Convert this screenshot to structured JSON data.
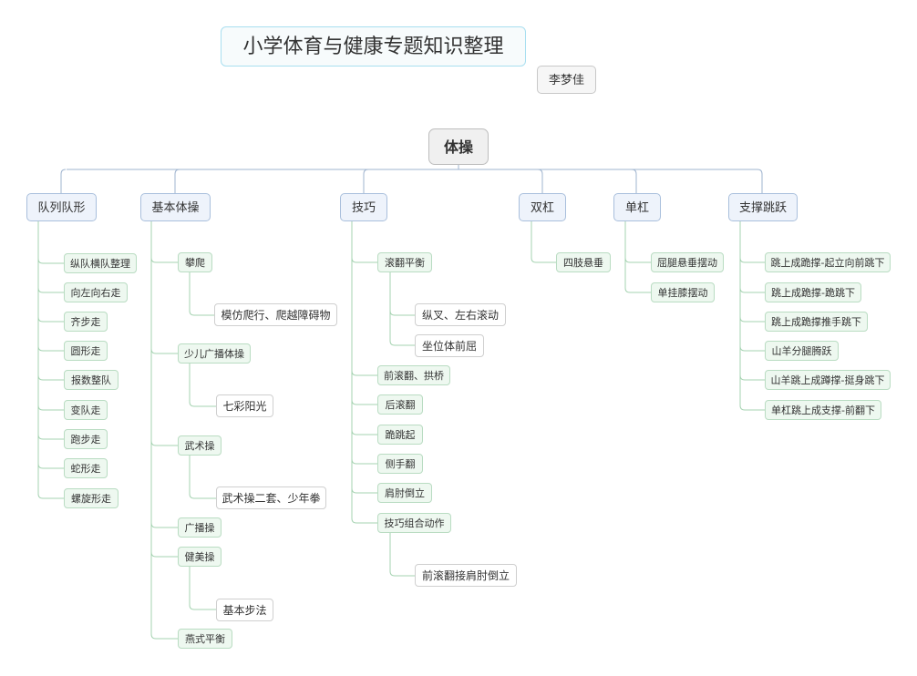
{
  "title": "小学体育与健康专题知识整理",
  "author": "李梦佳",
  "root": "体操",
  "branches": [
    {
      "label": "队列队形",
      "items": [
        "纵队横队整理",
        "向左向右走",
        "齐步走",
        "圆形走",
        "报数整队",
        "变队走",
        "跑步走",
        "蛇形走",
        "螺旋形走"
      ]
    },
    {
      "label": "基本体操",
      "items": [
        {
          "label": "攀爬",
          "sub": [
            "模仿爬行、爬越障碍物"
          ]
        },
        {
          "label": "少儿广播体操",
          "sub": [
            "七彩阳光"
          ]
        },
        {
          "label": "武术操",
          "sub": [
            "武术操二套、少年拳"
          ]
        },
        {
          "label": "广播操"
        },
        {
          "label": "健美操",
          "sub": [
            "基本步法"
          ]
        },
        {
          "label": "燕式平衡"
        }
      ]
    },
    {
      "label": "技巧",
      "items": [
        {
          "label": "滚翻平衡",
          "sub": [
            "纵叉、左右滚动",
            "坐位体前屈"
          ]
        },
        {
          "label": "前滚翻、拱桥"
        },
        {
          "label": "后滚翻"
        },
        {
          "label": "跪跳起"
        },
        {
          "label": "侧手翻"
        },
        {
          "label": "肩肘倒立"
        },
        {
          "label": "技巧组合动作",
          "sub": [
            "前滚翻接肩肘倒立"
          ]
        }
      ]
    },
    {
      "label": "双杠",
      "items": [
        "四肢悬垂"
      ]
    },
    {
      "label": "单杠",
      "items": [
        "屈腿悬垂摆动",
        "单挂膝摆动"
      ]
    },
    {
      "label": "支撑跳跃",
      "items": [
        "跳上成跪撑-起立向前跳下",
        "跳上成跪撑-跪跳下",
        "跳上成跪撑推手跳下",
        "山羊分腿腾跃",
        "山羊跳上成蹲撑-挺身跳下",
        "单杠跳上成支撑-前翻下"
      ]
    }
  ],
  "colors": {
    "line_top": "#9fb4cf",
    "line_branch": "#a6d3b2"
  }
}
